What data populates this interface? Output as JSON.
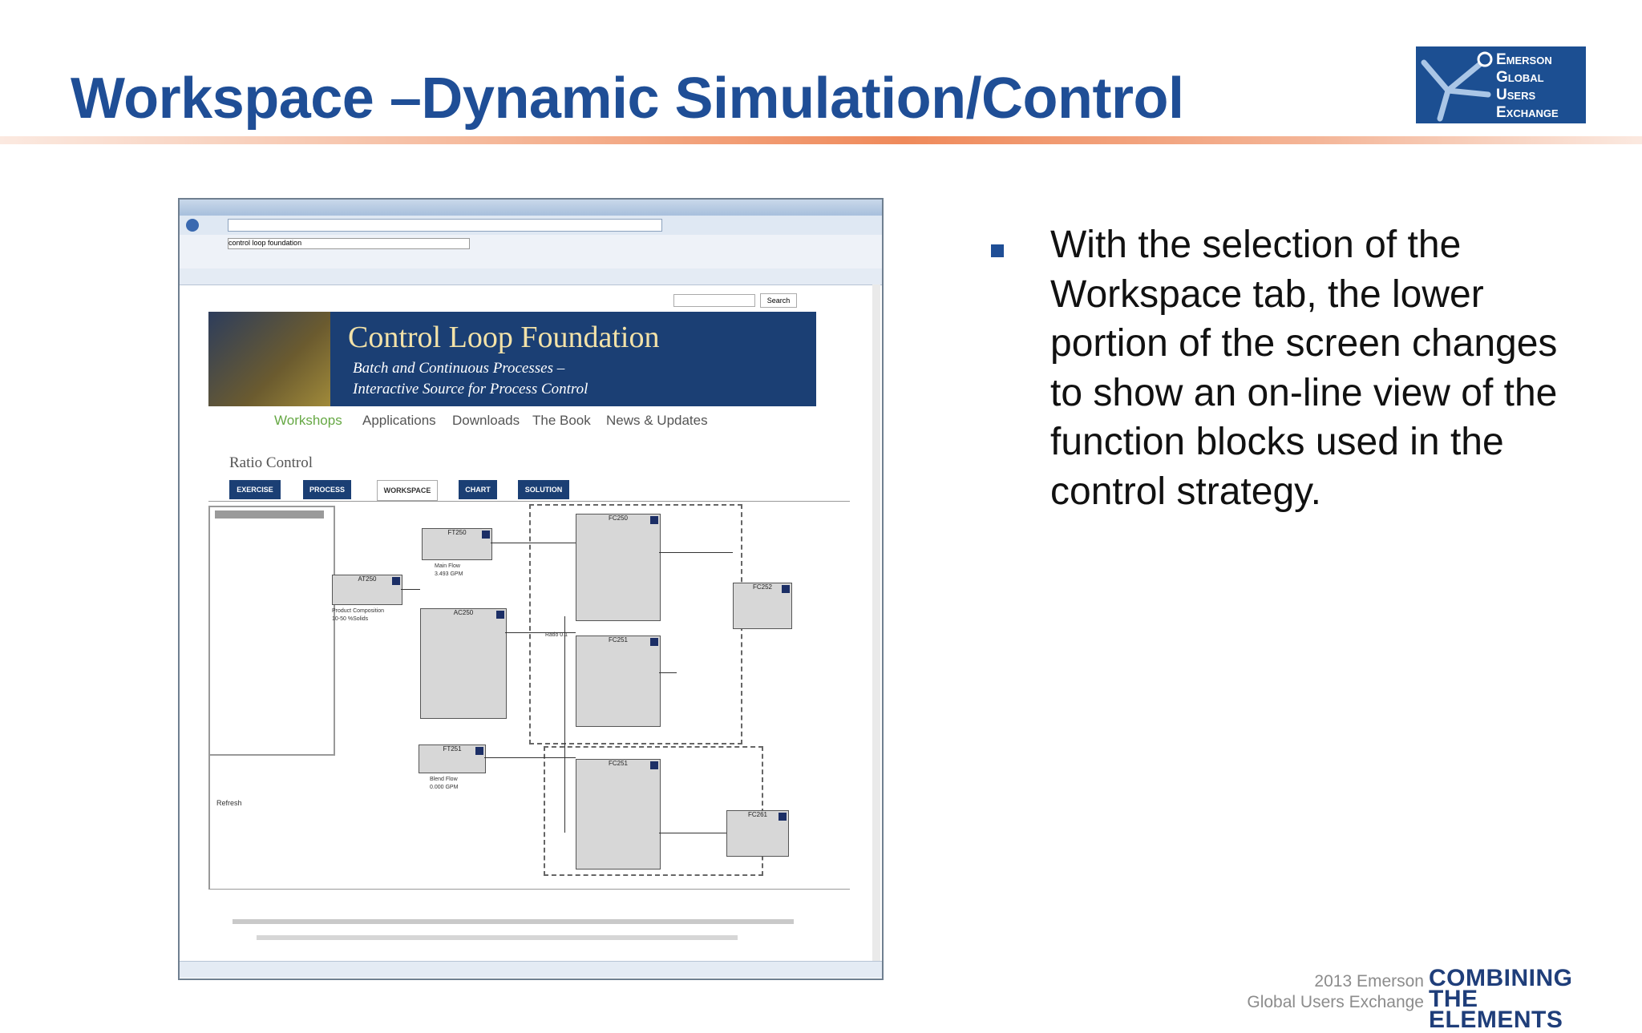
{
  "slide": {
    "title": "Workspace –Dynamic Simulation/Control",
    "bullet": "With the selection of the Workspace tab, the lower portion of the screen changes to show an on-line view of the function blocks used in the control strategy."
  },
  "logo": {
    "lines": [
      "Emerson",
      "Global",
      "Users",
      "Exchange"
    ]
  },
  "footer": {
    "left_line1": "2013 Emerson",
    "left_line2": "Global Users Exchange",
    "right_line1": "COMBINING",
    "right_line2": "THE ELEMENTS"
  },
  "screenshot": {
    "search_box_value": "control loop foundation",
    "banner_title": "Control Loop Foundation",
    "banner_sub1": "Batch and Continuous Processes –",
    "banner_sub2": "Interactive Source for Process Control",
    "nav": [
      "Workshops",
      "Applications",
      "Downloads",
      "The Book",
      "News & Updates"
    ],
    "page_title": "Ratio Control",
    "tabs": [
      "EXERCISE",
      "PROCESS",
      "WORKSPACE",
      "CHART",
      "SOLUTION"
    ],
    "search_button": "Search",
    "refresh_label": "Refresh",
    "blocks": {
      "ft250": "FT250",
      "at250": "AT250",
      "ac250": "AC250",
      "fc250": "FC250",
      "fc251": "FC251",
      "fc252": "FC252",
      "ft251": "FT251",
      "fc261": "FC261",
      "fc251b": "FC251"
    },
    "notes": {
      "main_flow": "Main Flow",
      "main_flow_value": "3.493 GPM",
      "product_comp": "Product Composition",
      "product_comp_value": "10-50 %Solids",
      "blend_flow": "Blend Flow",
      "blend_flow_value": "0.000 GPM",
      "ratio": "Ratio 0.1"
    }
  },
  "colors": {
    "title_blue": "#1f4e96",
    "banner_blue": "#1b3f74",
    "nav_green": "#66a844"
  }
}
